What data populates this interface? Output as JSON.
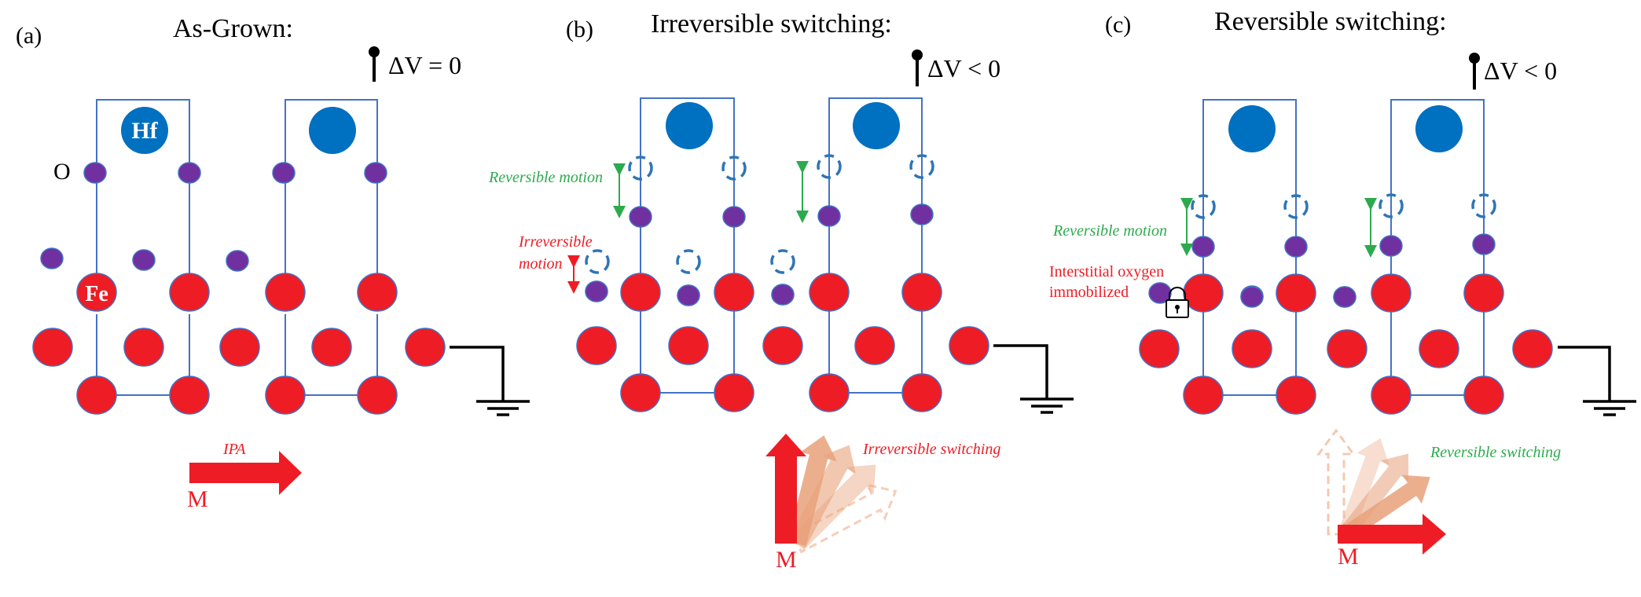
{
  "panels": {
    "a": {
      "label": "(a)",
      "title": "As-Grown:",
      "voltage": "ΔV = 0",
      "atom_labels": {
        "hf": "Hf",
        "fe": "Fe",
        "o": "O"
      },
      "arrow_label": "IPA",
      "magnetization": "M"
    },
    "b": {
      "label": "(b)",
      "title": "Irreversible switching:",
      "voltage": "ΔV < 0",
      "reversible_label": "Reversible motion",
      "irreversible_label_1": "Irreversible",
      "irreversible_label_2": "motion",
      "switching_label": "Irreversible switching",
      "magnetization": "M"
    },
    "c": {
      "label": "(c)",
      "title": "Reversible switching:",
      "voltage": "ΔV < 0",
      "reversible_label": "Reversible motion",
      "interstitial_label_1": "Interstitial oxygen",
      "interstitial_label_2": "immobilized",
      "switching_label": "Reversible switching",
      "magnetization": "M"
    }
  },
  "colors": {
    "fe": "#ee1c25",
    "hf": "#0070c0",
    "oxygen": "#7030a0",
    "cell_line": "#4472c4",
    "reversible": "#2daa4e",
    "irreversible": "#ee1c25",
    "vacancy": "#2e75b6",
    "arrow_faded": "#e8a17a"
  }
}
